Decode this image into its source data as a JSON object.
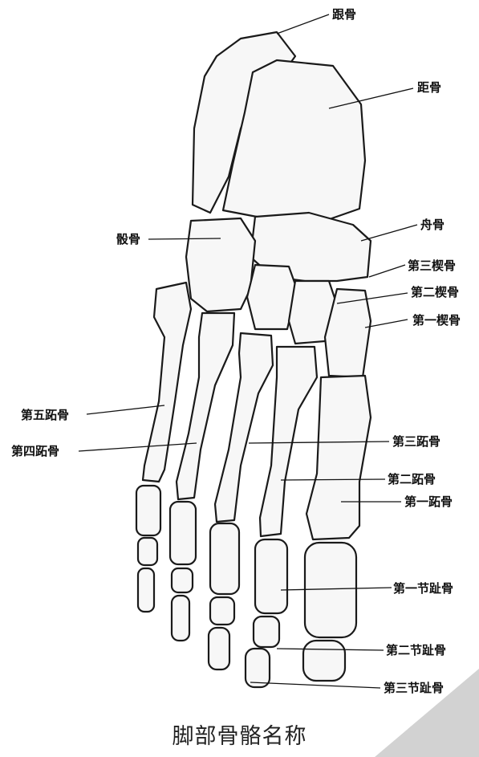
{
  "labels": {
    "calcaneus": "跟骨",
    "talus": "距骨",
    "navicular": "舟骨",
    "cuboid": "骰骨",
    "third_cuneiform": "第三楔骨",
    "second_cuneiform": "第二楔骨",
    "first_cuneiform": "第一楔骨",
    "fifth_metatarsal": "第五跖骨",
    "fourth_metatarsal": "第四跖骨",
    "third_metatarsal": "第三跖骨",
    "second_metatarsal": "第二跖骨",
    "first_metatarsal": "第一跖骨",
    "first_phalanx": "第一节趾骨",
    "second_phalanx": "第二节趾骨",
    "third_phalanx": "第三节趾骨"
  },
  "caption": "脚部骨骼名称"
}
